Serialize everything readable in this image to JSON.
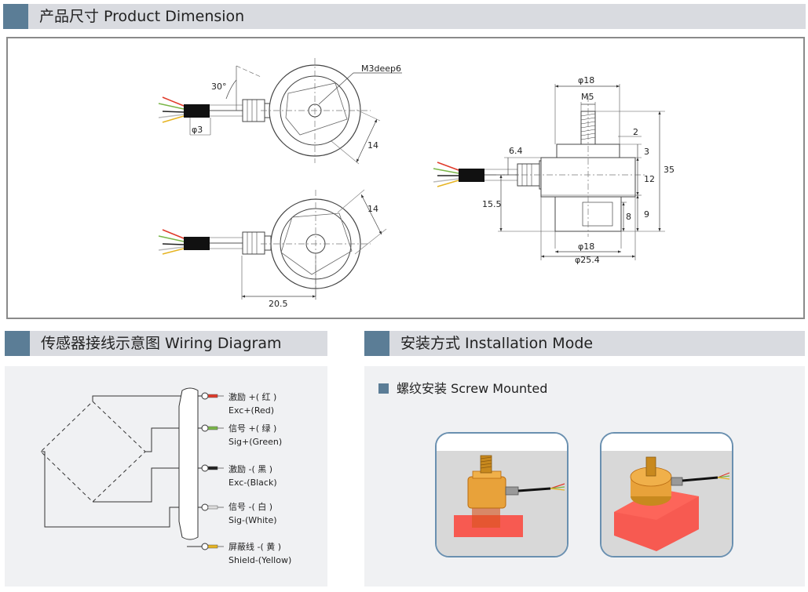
{
  "sections": {
    "dimension": {
      "title": "产品尺寸 Product Dimension"
    },
    "wiring": {
      "title": "传感器接线示意图 Wiring Diagram"
    },
    "installation": {
      "title": "安装方式 Installation Mode"
    }
  },
  "dimension_labels": {
    "angle": "30°",
    "thread_hole": "M3deep6",
    "cable_dia": "φ3",
    "top_flat": "14",
    "bottom_flat": "14",
    "width": "20.5",
    "top_dia": "φ18",
    "stud": "M5",
    "step_2": "2",
    "step_3": "3",
    "height_12": "12",
    "total_35": "35",
    "cable_offset": "6.4",
    "offset_15": "15.5",
    "height_8": "8",
    "height_9": "9",
    "base_dia": "φ18",
    "body_dia": "φ25.4"
  },
  "wires": [
    {
      "cn": "激励 +( 红 )",
      "en": "Exc+(Red)",
      "color": "#e03a2a"
    },
    {
      "cn": "信号 +( 绿 )",
      "en": "Sig+(Green)",
      "color": "#7ab648"
    },
    {
      "cn": "激励 -( 黑 )",
      "en": "Exc-(Black)",
      "color": "#222222"
    },
    {
      "cn": "信号 -( 白 )",
      "en": "Sig-(White)",
      "color": "#dddddd"
    },
    {
      "cn": "屏蔽线 -( 黄 )",
      "en": "Shield-(Yellow)",
      "color": "#e6b422"
    }
  ],
  "installation": {
    "method_label": "螺纹安装 Screw Mounted"
  },
  "colors": {
    "accent": "#5b7d96",
    "header_bg": "#d9dbe0",
    "panel_bg": "#f0f1f3",
    "photo_border": "#6a90b0"
  }
}
